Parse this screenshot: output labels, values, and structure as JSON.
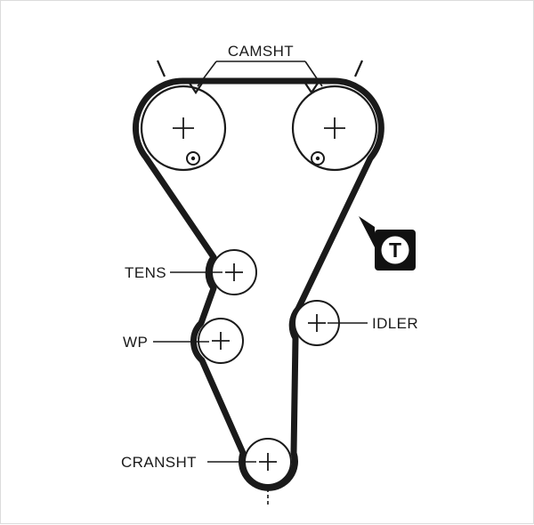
{
  "diagram": {
    "kind": "timing-belt-routing",
    "labels": {
      "camshaft": "CAMSHT",
      "tensioner": "TENS",
      "water_pump": "WP",
      "crankshaft": "CRANSHT",
      "idler": "IDLER"
    },
    "marker": {
      "letter": "T"
    },
    "components": [
      {
        "name": "camshaft-sprocket-left",
        "label": "CAMSHT"
      },
      {
        "name": "camshaft-sprocket-right",
        "label": "CAMSHT"
      },
      {
        "name": "tensioner-pulley",
        "label": "TENS"
      },
      {
        "name": "water-pump-pulley",
        "label": "WP"
      },
      {
        "name": "crankshaft-sprocket",
        "label": "CRANSHT"
      },
      {
        "name": "idler-pulley",
        "label": "IDLER"
      },
      {
        "name": "tensioner-marker",
        "label": "T"
      }
    ],
    "colors": {
      "ink": "#1a1a1a",
      "background": "#ffffff"
    }
  }
}
